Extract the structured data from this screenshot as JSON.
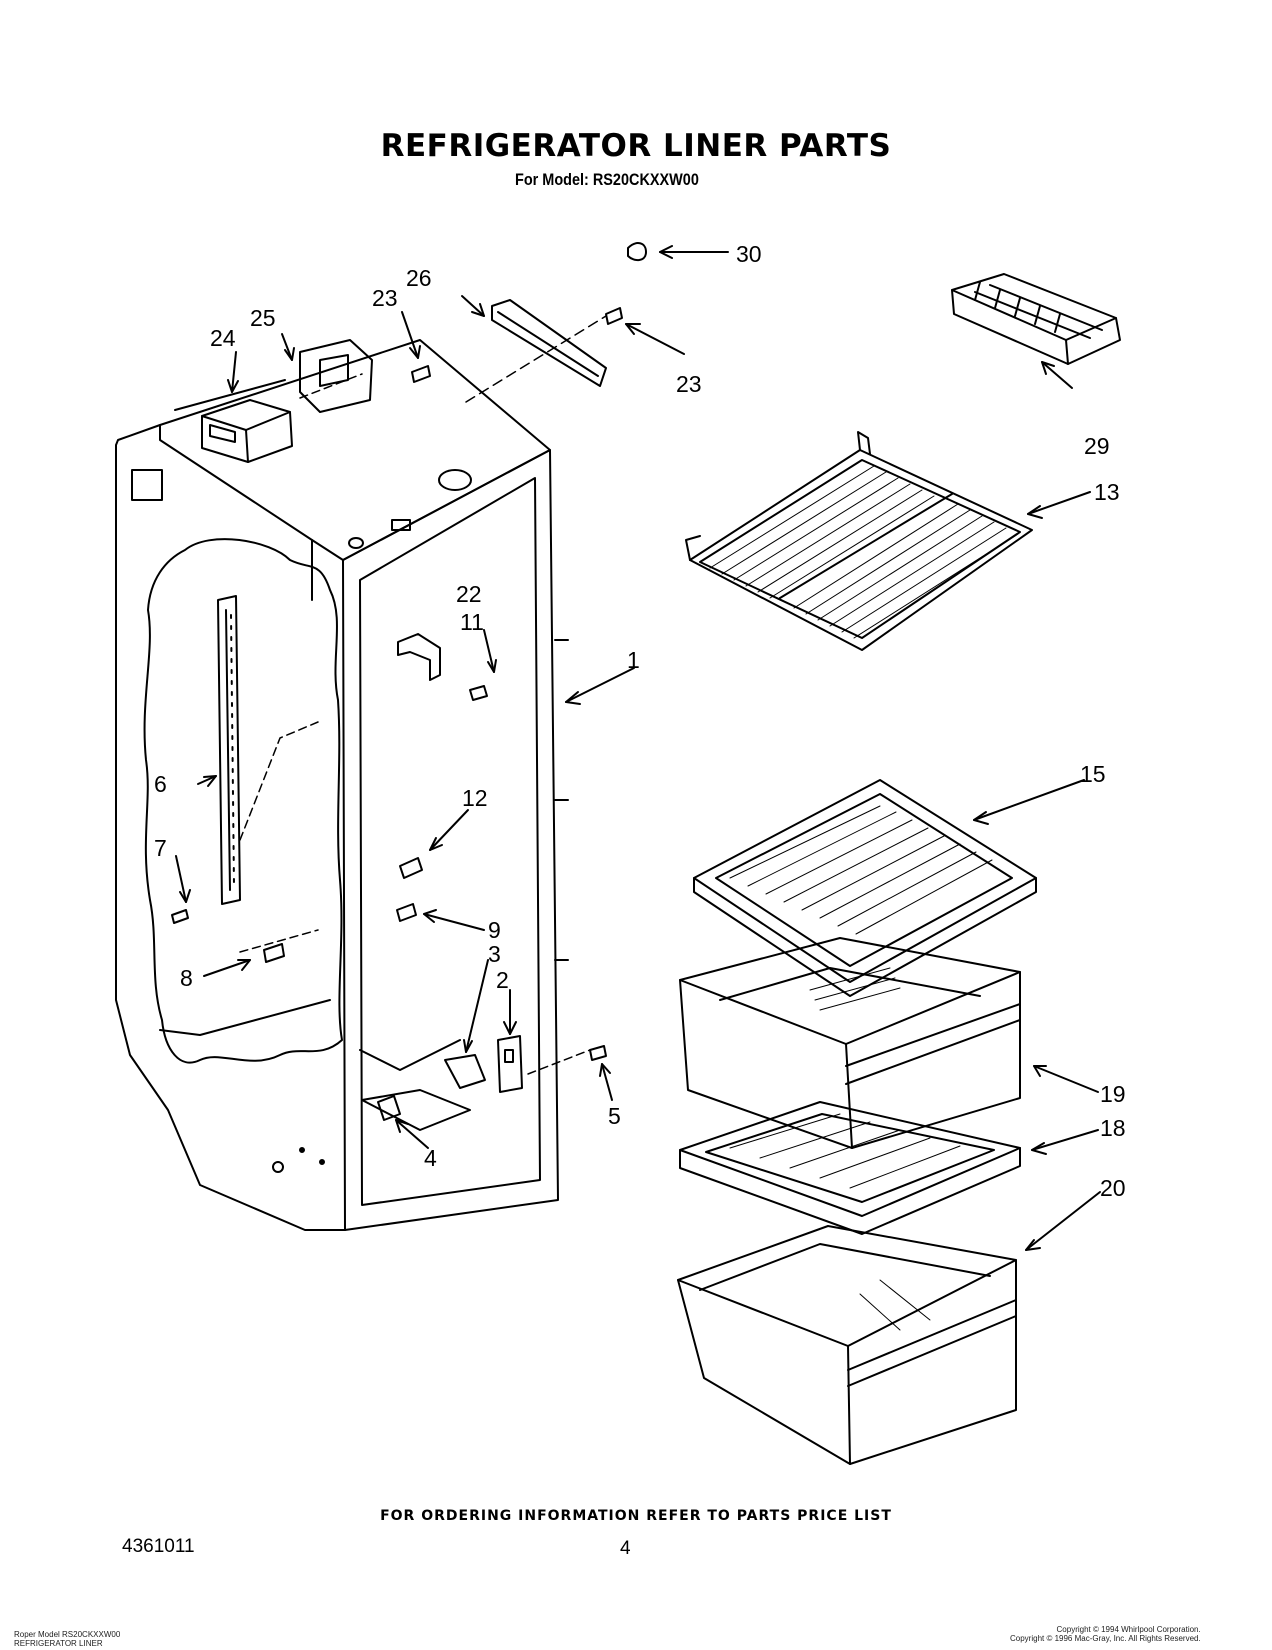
{
  "header": {
    "title": "REFRIGERATOR LINER PARTS",
    "subtitle": "For Model: RS20CKXXW00"
  },
  "callouts": [
    "1",
    "2",
    "3",
    "4",
    "5",
    "6",
    "7",
    "8",
    "9",
    "11",
    "12",
    "13",
    "15",
    "18",
    "19",
    "20",
    "22",
    "23",
    "23",
    "24",
    "25",
    "26",
    "29",
    "30"
  ],
  "footer": {
    "ordering_note": "FOR ORDERING INFORMATION REFER TO PARTS PRICE LIST",
    "document_number": "4361011",
    "page_number": "4",
    "bottom_left_line1": "Roper Model RS20CKXXW00",
    "bottom_left_line2": "REFRIGERATOR LINER",
    "bottom_right_line1": "Copyright © 1994 Whirlpool Corporation.",
    "bottom_right_line2": "Copyright © 1996 Mac-Gray, Inc. All Rights Reserved."
  }
}
